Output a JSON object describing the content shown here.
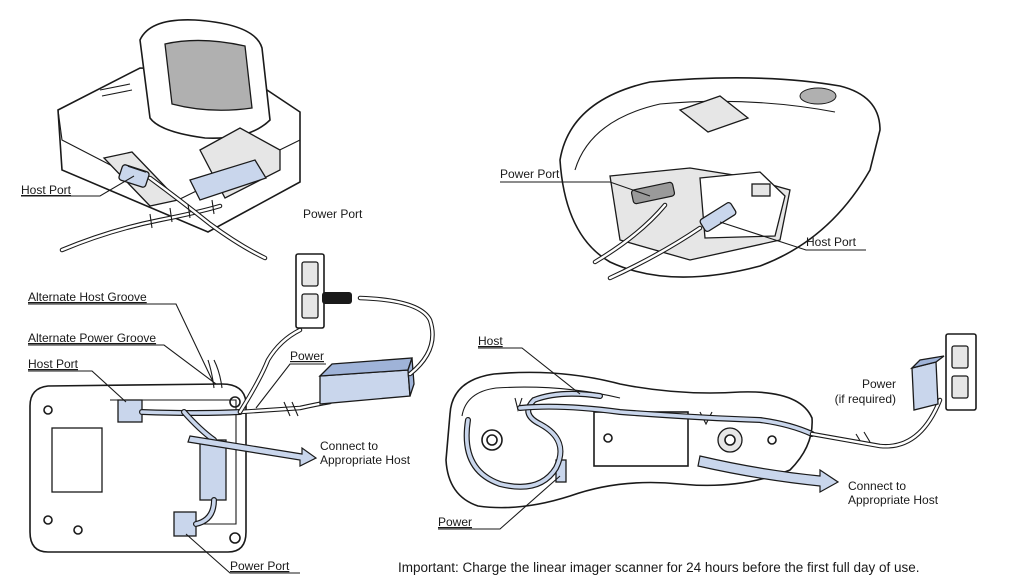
{
  "labels": {
    "cradle_host_port": "Host Port",
    "cradle_power_port": "Power Port",
    "scanner_power_port": "Power Port",
    "scanner_host_port": "Host Port",
    "alt_host_groove": "Alternate Host Groove",
    "alt_power_groove": "Alternate Power Groove",
    "bottom_host_port": "Host Port",
    "power": "Power",
    "connect_host_1": "Connect to",
    "connect_host_1b": "Appropriate Host",
    "bottom_power_port": "Power Port",
    "host": "Host",
    "power_if_required_1": "Power",
    "power_if_required_2": "(if required)",
    "connect_host_2": "Connect to",
    "connect_host_2b": "Appropriate Host",
    "scanner_power": "Power"
  },
  "note": "Important: Charge the linear imager scanner for 24 hours before the first full day of use."
}
